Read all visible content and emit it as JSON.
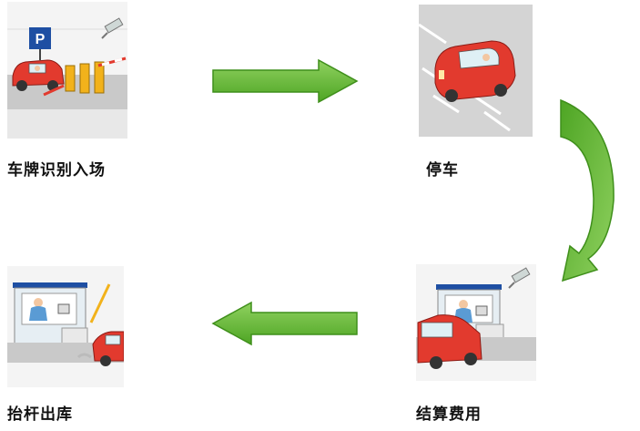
{
  "steps": [
    {
      "id": "entry",
      "label": "车牌识别入场"
    },
    {
      "id": "parking",
      "label": "停车"
    },
    {
      "id": "payment",
      "label": "结算费用"
    },
    {
      "id": "exit",
      "label": "抬杆出库"
    }
  ],
  "colors": {
    "arrow_green": "#5bb72c",
    "arrow_green_dark": "#3f8f1b",
    "car_red": "#e23a2e",
    "road_gray": "#c9c9c9",
    "booth_blue": "#1e4fa3",
    "barrier_yellow": "#f2b21b"
  },
  "entry_sign_text": "P"
}
